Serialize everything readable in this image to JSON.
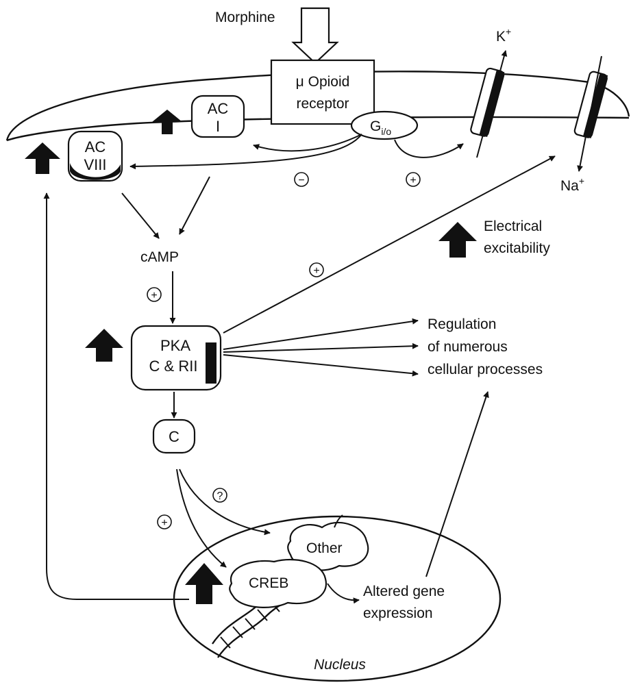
{
  "labels": {
    "morphine": "Morphine",
    "receptor_line1": "μ Opioid",
    "receptor_line2": "receptor",
    "g_protein_main": "G",
    "g_protein_sub": "i/o",
    "ac1_line1": "AC",
    "ac1_line2": "I",
    "ac8_line1": "AC",
    "ac8_line2": "VIII",
    "k_ion": "K",
    "na_ion": "Na",
    "ion_charge": "+",
    "camp": "cAMP",
    "pka_line1": "PKA",
    "pka_line2": "C & RII",
    "c_subunit": "C",
    "excitability_line1": "Electrical",
    "excitability_line2": "excitability",
    "regulation_line1": "Regulation",
    "regulation_line2": "of numerous",
    "regulation_line3": "cellular processes",
    "creb": "CREB",
    "other": "Other",
    "altered_line1": "Altered gene",
    "altered_line2": "expression",
    "nucleus": "Nucleus"
  },
  "signs": {
    "minus": "−",
    "plus": "+",
    "question": "?"
  }
}
